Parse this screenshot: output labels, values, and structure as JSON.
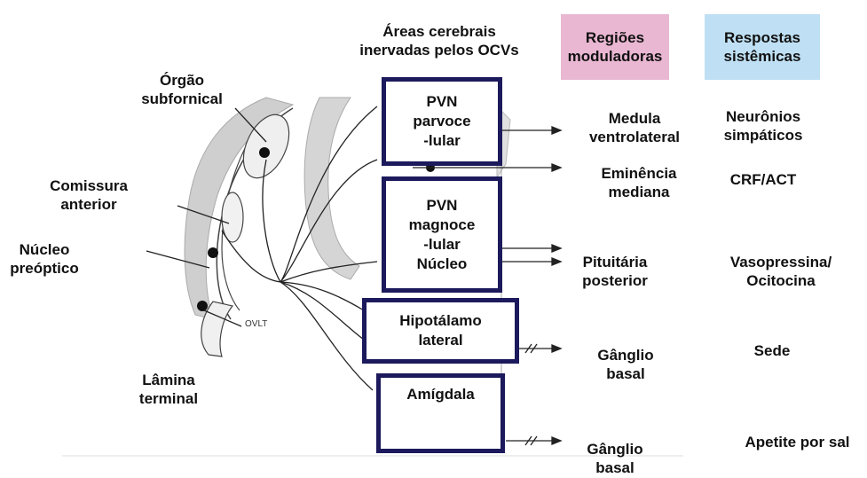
{
  "header": {
    "areas_title_line1": "Áreas cerebrais",
    "areas_title_line2": "inervadas pelos OCVs",
    "regioes_line1": "Regiões",
    "regioes_line2": "moduladoras",
    "respostas_line1": "Respostas",
    "respostas_line2": "sistêmicas",
    "regioes_color": "#e9b7d2",
    "respostas_color": "#bfe0f4"
  },
  "left_labels": {
    "orgao_line1": "Órgão",
    "orgao_line2": "subfornical",
    "comissura_line1": "Comissura",
    "comissura_line2": "anterior",
    "nucleo_line1": "Núcleo",
    "nucleo_line2": "preóptico",
    "lamina_line1": "Lâmina",
    "lamina_line2": "terminal",
    "ovlt": "OVLT"
  },
  "boxes": {
    "pvn_parvo": [
      "PVN",
      "parvoce",
      "-lular"
    ],
    "pvn_magno": [
      "PVN",
      "magnoce",
      "-lular",
      "Núcleo"
    ],
    "hipotalamo": [
      "Hipotálamo",
      "lateral"
    ],
    "amigdala": [
      "Amígdala"
    ]
  },
  "regions": {
    "r1": [
      "Medula",
      "ventrolateral"
    ],
    "r2": [
      "Eminência",
      "mediana"
    ],
    "r3": [
      "Pituitária",
      "posterior"
    ],
    "r4": [
      "Gânglio",
      "basal"
    ],
    "r5": [
      "Gânglio",
      "basal"
    ]
  },
  "responses": {
    "s1": [
      "Neurônios",
      "simpáticos"
    ],
    "s2": "CRF/ACT",
    "s3": [
      "Vasopressina/",
      "Ocitocina"
    ],
    "s4": "Sede",
    "s5": "Apetite por sal"
  }
}
